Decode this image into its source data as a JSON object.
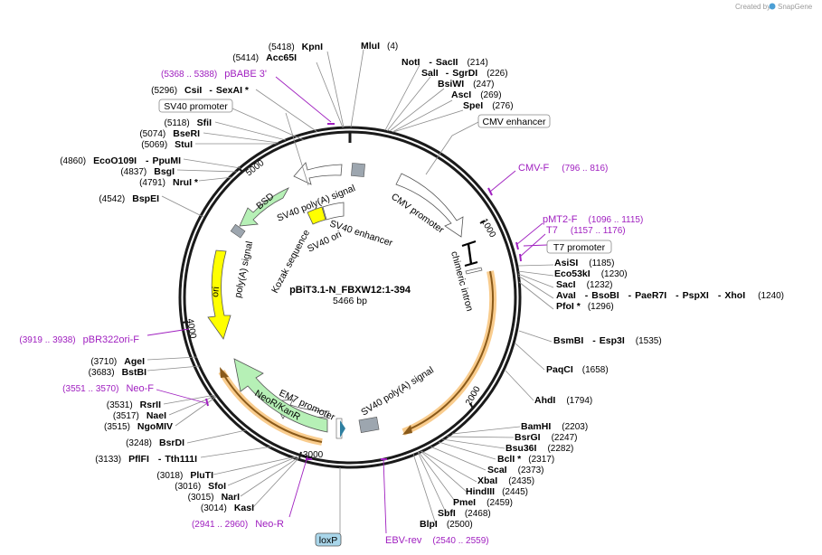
{
  "header": {
    "credit_prefix": "Created by",
    "credit_brand": "SnapGene"
  },
  "plasmid": {
    "name": "pBiT3.1-N_FBXW12:1-394",
    "length": "5466 bp"
  },
  "colors": {
    "primer": "#a020c0",
    "orf_outline": "#f4a330",
    "marker_green": "#b6f0b6",
    "ori_yellow": "#ffff00",
    "promoter_white": "#ffffff",
    "feature_gray": "#9da6af"
  },
  "ticks": [
    "1000",
    "2000",
    "3000",
    "4000",
    "5000"
  ],
  "sites_right": {
    "mlui": {
      "name": "MluI",
      "pos": "(4)"
    },
    "notI": {
      "name": "NotI",
      "sep": "-",
      "name2": "SacII",
      "pos": "(214)"
    },
    "salI": {
      "name": "SalI",
      "sep": "-",
      "name2": "SgrDI",
      "pos": "(226)"
    },
    "bsiwi": {
      "name": "BsiWI",
      "pos": "(247)"
    },
    "asci": {
      "name": "AscI",
      "pos": "(269)"
    },
    "spei": {
      "name": "SpeI",
      "pos": "(276)"
    },
    "asisi": {
      "name": "AsiSI",
      "pos": "(1185)"
    },
    "eco53ki": {
      "name": "Eco53kI",
      "pos": "(1230)"
    },
    "saci": {
      "name": "SacI",
      "pos": "(1232)"
    },
    "avai": {
      "name": "AvaI",
      "s1": "-",
      "n2": "BsoBI",
      "s2": "-",
      "n3": "PaeR7I",
      "s3": "-",
      "n4": "PspXI",
      "s4": "-",
      "n5": "XhoI",
      "pos": "(1240)"
    },
    "pfoi": {
      "name": "PfoI *",
      "pos": "(1296)"
    },
    "bsmbi": {
      "name": "BsmBI",
      "sep": "-",
      "name2": "Esp3I",
      "pos": "(1535)"
    },
    "paqci": {
      "name": "PaqCI",
      "pos": "(1658)"
    },
    "ahdi": {
      "name": "AhdI",
      "pos": "(1794)"
    },
    "bamhi": {
      "name": "BamHI",
      "pos": "(2203)"
    },
    "bsrgi": {
      "name": "BsrGI",
      "pos": "(2247)"
    },
    "bsu36i": {
      "name": "Bsu36I",
      "pos": "(2282)"
    },
    "bcli": {
      "name": "BclI *",
      "pos": "(2317)"
    },
    "scai": {
      "name": "ScaI",
      "pos": "(2373)"
    },
    "xbai": {
      "name": "XbaI",
      "pos": "(2435)"
    },
    "hindiii": {
      "name": "HindIII",
      "pos": "(2445)"
    },
    "pmei": {
      "name": "PmeI",
      "pos": "(2459)"
    },
    "sbfi": {
      "name": "SbfI",
      "pos": "(2468)"
    },
    "blpi": {
      "name": "BlpI",
      "pos": "(2500)"
    }
  },
  "sites_left": {
    "kpni": {
      "pos": "(5418)",
      "name": "KpnI"
    },
    "acc65i": {
      "pos": "(5414)",
      "name": "Acc65I"
    },
    "csii": {
      "pos": "(5296)",
      "name": "CsiI",
      "sep": "-",
      "name2": "SexAI *"
    },
    "sfii": {
      "pos": "(5118)",
      "name": "SfiI"
    },
    "bseri": {
      "pos": "(5074)",
      "name": "BseRI"
    },
    "stui": {
      "pos": "(5069)",
      "name": "StuI"
    },
    "eco0109i": {
      "pos": "(4860)",
      "name": "EcoO109I",
      "sep": "-",
      "name2": "PpuMI"
    },
    "bsgi": {
      "pos": "(4837)",
      "name": "BsgI"
    },
    "nrui": {
      "pos": "(4791)",
      "name": "NruI *"
    },
    "bspei": {
      "pos": "(4542)",
      "name": "BspEI"
    },
    "agei": {
      "pos": "(3710)",
      "name": "AgeI"
    },
    "bstbi": {
      "pos": "(3683)",
      "name": "BstBI"
    },
    "rsrii": {
      "pos": "(3531)",
      "name": "RsrII"
    },
    "naei": {
      "pos": "(3517)",
      "name": "NaeI"
    },
    "ngomiv": {
      "pos": "(3515)",
      "name": "NgoMIV"
    },
    "bsrdi": {
      "pos": "(3248)",
      "name": "BsrDI"
    },
    "pflfi": {
      "pos": "(3133)",
      "name": "PflFI",
      "sep": "-",
      "name2": "Tth111I"
    },
    "plui": {
      "pos": "(3018)",
      "name": "PluTI"
    },
    "sfoi": {
      "pos": "(3016)",
      "name": "SfoI"
    },
    "nari": {
      "pos": "(3015)",
      "name": "NarI"
    },
    "kasi": {
      "pos": "(3014)",
      "name": "KasI"
    }
  },
  "primers": {
    "pbabe3": {
      "range": "(5368 .. 5388)",
      "name": "pBABE 3'"
    },
    "cmvf": {
      "name": "CMV-F",
      "range": "(796 .. 816)"
    },
    "pmt2f": {
      "name": "pMT2-F",
      "range": "(1096 .. 1115)"
    },
    "t7": {
      "name": "T7",
      "range": "(1157 .. 1176)"
    },
    "pbr322": {
      "range": "(3919 .. 3938)",
      "name": "pBR322ori-F"
    },
    "neof": {
      "range": "(3551 .. 3570)",
      "name": "Neo-F"
    },
    "neor": {
      "range": "(2941 .. 2960)",
      "name": "Neo-R"
    },
    "ebvrev": {
      "name": "EBV-rev",
      "range": "(2540 .. 2559)"
    }
  },
  "boxed_features": {
    "sv40_promoter": "SV40 promoter",
    "cmv_enhancer": "CMV enhancer",
    "t7_promoter": "T7 promoter",
    "loxp": "loxP"
  },
  "inner_features": {
    "sv40_polya_top": "SV40 poly(A) signal",
    "bsd": "BSD",
    "cmv_promoter": "CMV promoter",
    "sv40_enhancer": "SV40 enhancer",
    "sv40_ori": "SV40 ori",
    "kozak": "Kozak sequence",
    "polya": "poly(A) signal",
    "ori": "ori",
    "chimeric_intron": "chimeric intron",
    "em7_promoter": "EM7 promoter",
    "neor": "NeoR/KanR",
    "sv40_polya_bottom": "SV40 poly(A) signal"
  }
}
